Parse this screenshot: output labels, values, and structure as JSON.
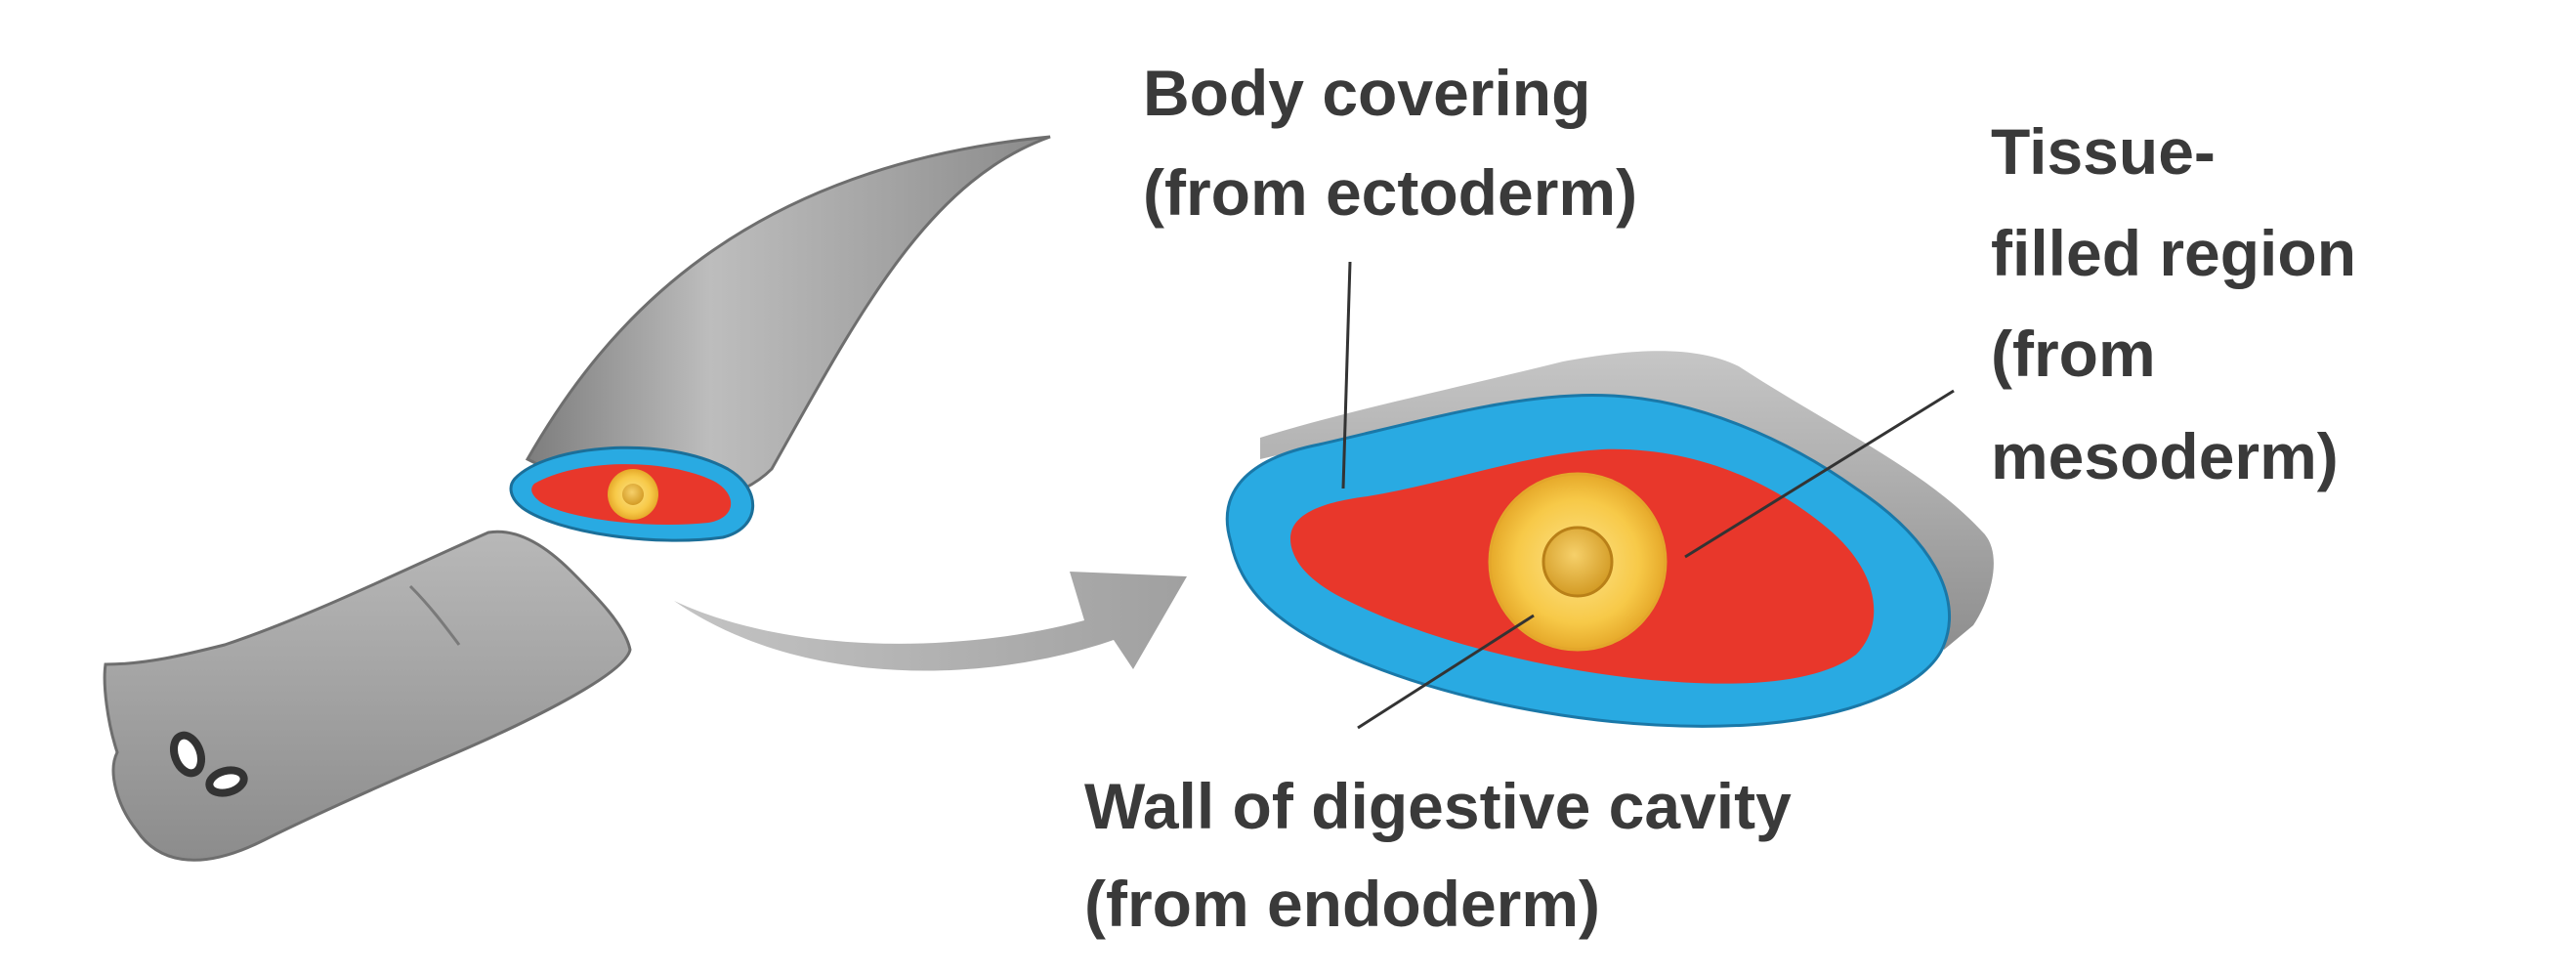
{
  "labels": {
    "body_covering": [
      "Body covering",
      "(from ectoderm)"
    ],
    "tissue_filled": [
      "Tissue-",
      "filled region",
      "(from",
      "mesoderm)"
    ],
    "digestive_wall": [
      "Wall of digestive cavity",
      "(from endoderm)"
    ]
  },
  "colors": {
    "ectoderm": "#29aae2",
    "mesoderm": "#e8372b",
    "endoderm": "#f7c948",
    "body_gray": "#9c9c9c",
    "label_text": "#3a3a3a"
  }
}
